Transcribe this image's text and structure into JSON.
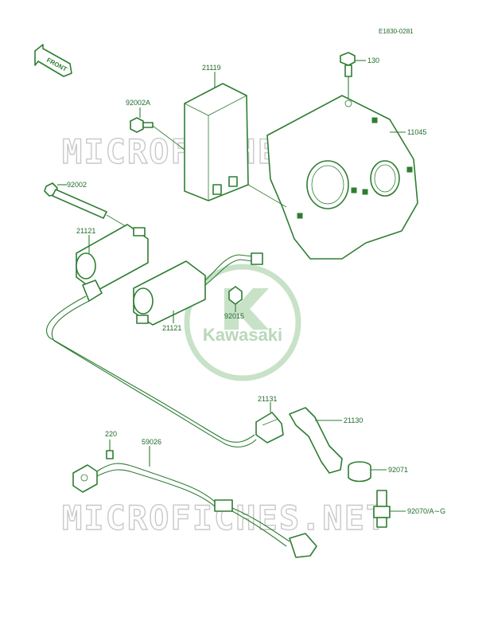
{
  "diagram_code": "E1830-0281",
  "front_arrow_label": "FRONT",
  "watermark_text": "MICROFICHES.NET",
  "brand_watermark": "Kawasaki",
  "colors": {
    "ink": "#2e7d32",
    "watermark_gray": "#c9c9c9",
    "brand_green": "#b9d8b9"
  },
  "parts": {
    "p130": "130",
    "p11045": "11045",
    "p21119": "21119",
    "p92002A": "92002A",
    "p92002": "92002",
    "p21121_top": "21121",
    "p21121_bottom": "21121",
    "p92015": "92015",
    "p21131": "21131",
    "p21130": "21130",
    "p92071": "92071",
    "p92070": "92070/A∼G",
    "p220": "220",
    "p59026": "59026"
  }
}
